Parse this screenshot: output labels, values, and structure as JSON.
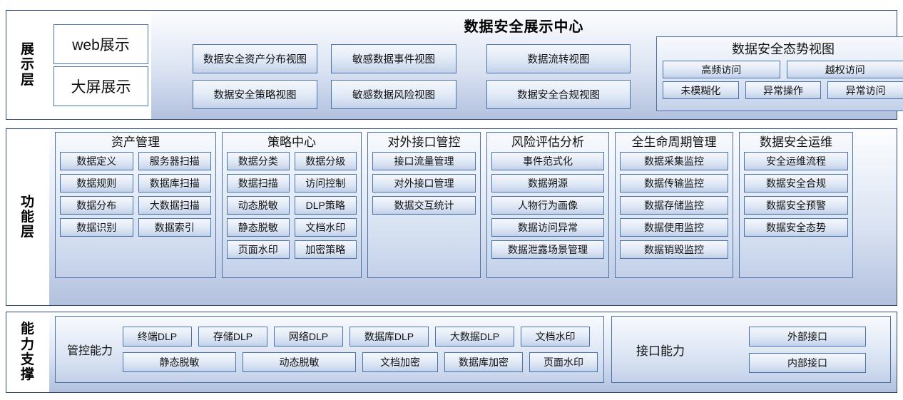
{
  "colors": {
    "frame_border": "#2e4a73",
    "box_border": "#4a73ab",
    "panel_gradient_top": "#fdfdff",
    "panel_gradient_bottom": "#b3c1de",
    "text": "#111111"
  },
  "display_layer": {
    "caption_chars": [
      "展",
      "示",
      "层"
    ],
    "channels": [
      "web展示",
      "大屏展示"
    ],
    "title": "数据安全展示中心",
    "views": [
      "数据安全资产分布视图",
      "数据安全策略视图",
      "敏感数据事件视图",
      "敏感数据风险视图",
      "数据流转视图",
      "数据安全合规视图"
    ],
    "situation": {
      "title": "数据安全态势视图",
      "row1": [
        "高频访问",
        "越权访问"
      ],
      "row2": [
        "未模糊化",
        "异常操作",
        "异常访问"
      ]
    }
  },
  "function_layer": {
    "caption_chars": [
      "功",
      "能",
      "层"
    ],
    "panels": [
      {
        "title": "资产管理",
        "columns": [
          [
            "数据定义",
            "数据规则",
            "数据分布",
            "数据识别"
          ],
          [
            "服务器扫描",
            "数据库扫描",
            "大数据扫描",
            "数据索引"
          ]
        ]
      },
      {
        "title": "策略中心",
        "columns": [
          [
            "数据分类",
            "数据扫描",
            "动态脱敏",
            "静态脱敏",
            "页面水印"
          ],
          [
            "数据分级",
            "访问控制",
            "DLP策略",
            "文档水印",
            "加密策略"
          ]
        ]
      },
      {
        "title": "对外接口管控",
        "columns": [
          [
            "接口流量管理",
            "对外接口管理",
            "数据交互统计"
          ]
        ]
      },
      {
        "title": "风险评估分析",
        "columns": [
          [
            "事件范式化",
            "数据朔源",
            "人物行为画像",
            "数据访问异常",
            "数据泄露场景管理"
          ]
        ]
      },
      {
        "title": "全生命周期管理",
        "columns": [
          [
            "数据采集监控",
            "数据传输监控",
            "数据存储监控",
            "数据使用监控",
            "数据销毁监控"
          ]
        ]
      },
      {
        "title": "数据安全运维",
        "columns": [
          [
            "安全运维流程",
            "数据安全合规",
            "数据安全预警",
            "数据安全态势"
          ]
        ]
      }
    ]
  },
  "support_layer": {
    "caption_chars": [
      "能",
      "力",
      "支",
      "撑"
    ],
    "control": {
      "label": "管控能力",
      "row1": [
        "终端DLP",
        "存储DLP",
        "网络DLP",
        "数据库DLP",
        "大数据DLP",
        "文档水印"
      ],
      "row1_widths": [
        97,
        97,
        97,
        111,
        111,
        97
      ],
      "row2": [
        "静态脱敏",
        "动态脱敏",
        "文档加密",
        "数据库加密",
        "页面水印"
      ],
      "row2_widths": [
        159,
        159,
        106,
        110,
        96
      ]
    },
    "api": {
      "label": "接口能力",
      "items": [
        "外部接口",
        "内部接口"
      ]
    }
  }
}
